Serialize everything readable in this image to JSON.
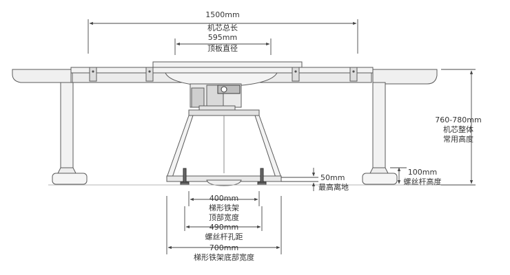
{
  "colors": {
    "line": "#5a5a5a",
    "fill": "#e6e6e6",
    "dark": "#3a3a3a",
    "text": "#333333"
  },
  "dimensions": {
    "total_length": {
      "value": "1500mm",
      "caption": "机芯总长"
    },
    "top_plate": {
      "value": "595mm",
      "caption": "顶板直径"
    },
    "overall_height": {
      "value": "760-780mm",
      "caption_1": "机芯整体",
      "caption_2": "常用高度"
    },
    "screw_height": {
      "value": "100mm",
      "caption": "螺丝杆高度"
    },
    "ground_clearance": {
      "value": "50mm",
      "caption": "最高离地"
    },
    "frame_top_width": {
      "value": "400mm",
      "caption_1": "梯形铁架",
      "caption_2": "顶部宽度"
    },
    "screw_spacing": {
      "value": "490mm",
      "caption": "螺丝杆孔距"
    },
    "frame_bottom_width": {
      "value": "700mm",
      "caption": "梯形铁架底部宽度"
    }
  }
}
